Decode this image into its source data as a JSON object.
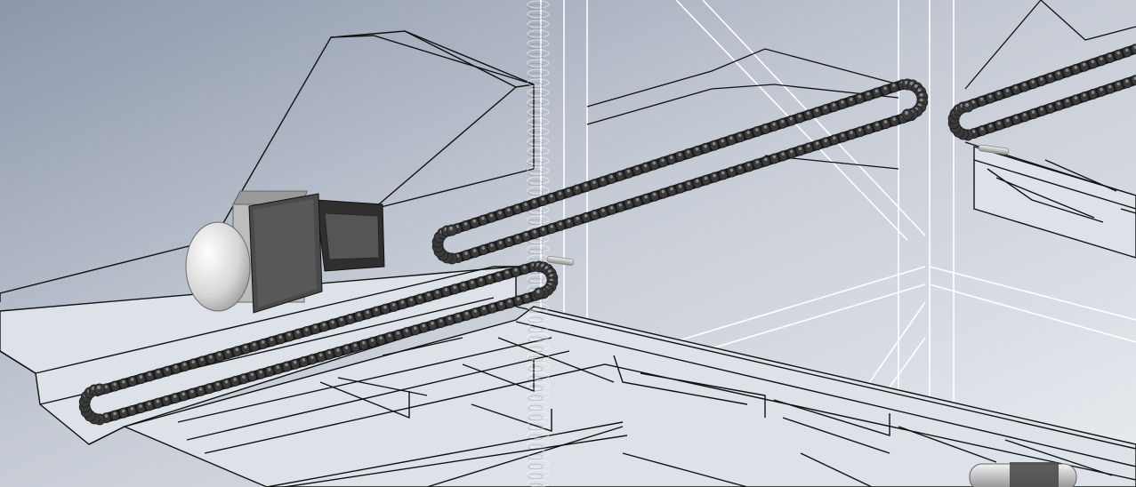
{
  "scene": {
    "kind": "cad-render",
    "subject": "chain-conveyor-assembly",
    "colors": {
      "bg_top_left": "#8c97ab",
      "bg_mid": "#c4cad4",
      "bg_bottom_right": "#e9ebef",
      "edge_dark": "#111111",
      "edge_white": "#ffffff",
      "frame_fill": "#dde1e8",
      "chain_dark": "#1a1a1a",
      "chain_mid": "#3a3a3a",
      "chain_highlight": "#8a8a8a",
      "motor_body": "#d6d6d6",
      "motor_plate": "#4a4a4a",
      "shaft": "#c8c8c8"
    },
    "components": [
      {
        "name": "motor-assembly",
        "icon": "motor-icon"
      },
      {
        "name": "chain-loop-front",
        "icon": "chain-icon"
      },
      {
        "name": "chain-loop-right",
        "icon": "chain-icon"
      },
      {
        "name": "spring-column",
        "icon": "spring-icon"
      },
      {
        "name": "lattice-frame",
        "icon": "frame-icon"
      },
      {
        "name": "sprocket-shaft",
        "icon": "shaft-icon"
      }
    ]
  }
}
